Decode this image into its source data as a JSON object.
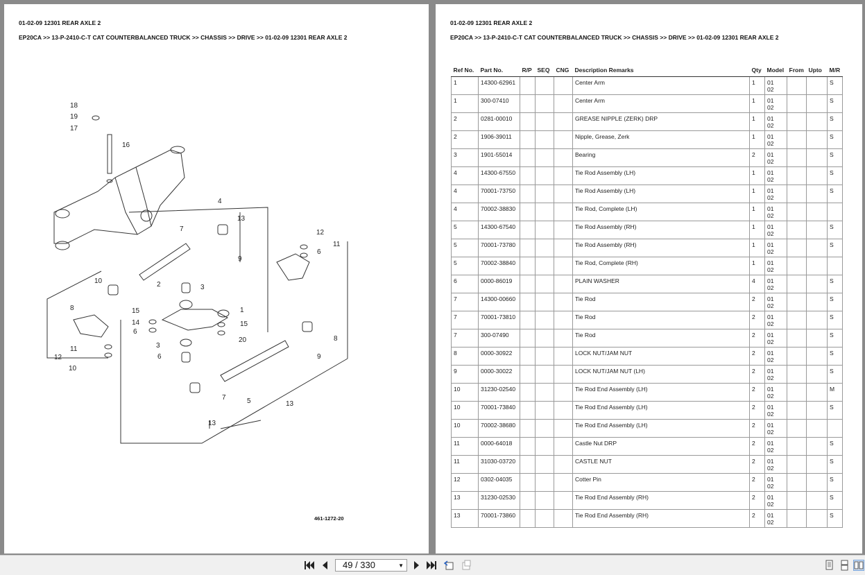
{
  "document": {
    "title": "01-02-09 12301 REAR AXLE 2",
    "path": "EP20CA >> 13-P-2410-C-T CAT COUNTERBALANCED TRUCK >> CHASSIS >> DRIVE >> 01-02-09 12301 REAR AXLE 2",
    "drawing_code": "461-1272-20"
  },
  "diagram": {
    "callouts": [
      "18",
      "19",
      "17",
      "16",
      "4",
      "13",
      "7",
      "9",
      "12",
      "6",
      "11",
      "10",
      "2",
      "3",
      "1",
      "8",
      "15",
      "14",
      "6",
      "15",
      "20",
      "3",
      "6",
      "11",
      "12",
      "10",
      "8",
      "9",
      "7",
      "5",
      "13"
    ]
  },
  "table": {
    "headers": [
      "Ref No.",
      "Part No.",
      "R/P",
      "SEQ",
      "CNG",
      "Description Remarks",
      "Qty",
      "Model",
      "From",
      "Upto",
      "M/R"
    ],
    "rows": [
      {
        "ref": "1",
        "part": "14300-62961",
        "desc": "Center Arm",
        "qty": "1",
        "model": [
          "01",
          "02"
        ],
        "mr": "S"
      },
      {
        "ref": "1",
        "part": "300-07410",
        "desc": "Center Arm",
        "qty": "1",
        "model": [
          "01",
          "02"
        ],
        "mr": "S"
      },
      {
        "ref": "2",
        "part": "0281-00010",
        "desc": "GREASE NIPPLE (ZERK) DRP",
        "qty": "1",
        "model": [
          "01",
          "02"
        ],
        "mr": "S"
      },
      {
        "ref": "2",
        "part": "1906-39011",
        "desc": "Nipple, Grease, Zerk",
        "qty": "1",
        "model": [
          "01",
          "02"
        ],
        "mr": "S"
      },
      {
        "ref": "3",
        "part": "1901-55014",
        "desc": "Bearing",
        "qty": "2",
        "model": [
          "01",
          "02"
        ],
        "mr": "S"
      },
      {
        "ref": "4",
        "part": "14300-67550",
        "desc": "Tie Rod Assembly (LH)",
        "qty": "1",
        "model": [
          "01",
          "02"
        ],
        "mr": "S"
      },
      {
        "ref": "4",
        "part": "70001-73750",
        "desc": "Tie Rod Assembly (LH)",
        "qty": "1",
        "model": [
          "01",
          "02"
        ],
        "mr": "S"
      },
      {
        "ref": "4",
        "part": "70002-38830",
        "desc": "Tie Rod, Complete (LH)",
        "qty": "1",
        "model": [
          "01",
          "02"
        ],
        "mr": ""
      },
      {
        "ref": "5",
        "part": "14300-67540",
        "desc": "Tie Rod Assembly (RH)",
        "qty": "1",
        "model": [
          "01",
          "02"
        ],
        "mr": "S"
      },
      {
        "ref": "5",
        "part": "70001-73780",
        "desc": "Tie Rod Assembly (RH)",
        "qty": "1",
        "model": [
          "01",
          "02"
        ],
        "mr": "S"
      },
      {
        "ref": "5",
        "part": "70002-38840",
        "desc": "Tie Rod, Complete (RH)",
        "qty": "1",
        "model": [
          "01",
          "02"
        ],
        "mr": ""
      },
      {
        "ref": "6",
        "part": "0000-86019",
        "desc": "PLAIN WASHER",
        "qty": "4",
        "model": [
          "01",
          "02"
        ],
        "mr": "S"
      },
      {
        "ref": "7",
        "part": "14300-00660",
        "desc": "Tie Rod",
        "qty": "2",
        "model": [
          "01",
          "02"
        ],
        "mr": "S"
      },
      {
        "ref": "7",
        "part": "70001-73810",
        "desc": "Tie Rod",
        "qty": "2",
        "model": [
          "01",
          "02"
        ],
        "mr": "S"
      },
      {
        "ref": "7",
        "part": "300-07490",
        "desc": "Tie Rod",
        "qty": "2",
        "model": [
          "01",
          "02"
        ],
        "mr": "S"
      },
      {
        "ref": "8",
        "part": "0000-30922",
        "desc": "LOCK NUT/JAM NUT",
        "qty": "2",
        "model": [
          "01",
          "02"
        ],
        "mr": "S"
      },
      {
        "ref": "9",
        "part": "0000-30022",
        "desc": "LOCK NUT/JAM NUT (LH)",
        "qty": "2",
        "model": [
          "01",
          "02"
        ],
        "mr": "S"
      },
      {
        "ref": "10",
        "part": "31230-02540",
        "desc": "Tie Rod End Assembly (LH)",
        "qty": "2",
        "model": [
          "01",
          "02"
        ],
        "mr": "M"
      },
      {
        "ref": "10",
        "part": "70001-73840",
        "desc": "Tie Rod End Assembly (LH)",
        "qty": "2",
        "model": [
          "01",
          "02"
        ],
        "mr": "S"
      },
      {
        "ref": "10",
        "part": "70002-38680",
        "desc": "Tie Rod End Assembly (LH)",
        "qty": "2",
        "model": [
          "01",
          "02"
        ],
        "mr": ""
      },
      {
        "ref": "11",
        "part": "0000-64018",
        "desc": "Castle Nut DRP",
        "qty": "2",
        "model": [
          "01",
          "02"
        ],
        "mr": "S"
      },
      {
        "ref": "11",
        "part": "31030-03720",
        "desc": "CASTLE NUT",
        "qty": "2",
        "model": [
          "01",
          "02"
        ],
        "mr": "S"
      },
      {
        "ref": "12",
        "part": "0302-04035",
        "desc": "Cotter Pin",
        "qty": "2",
        "model": [
          "01",
          "02"
        ],
        "mr": "S"
      },
      {
        "ref": "13",
        "part": "31230-02530",
        "desc": "Tie Rod End Assembly (RH)",
        "qty": "2",
        "model": [
          "01",
          "02"
        ],
        "mr": "S"
      },
      {
        "ref": "13",
        "part": "70001-73860",
        "desc": "Tie Rod End Assembly (RH)",
        "qty": "2",
        "model": [
          "01",
          "02"
        ],
        "mr": "S"
      }
    ]
  },
  "viewer": {
    "page_display": "49 / 330",
    "icons": {
      "first": "first-page-icon",
      "prev": "previous-page-icon",
      "next": "next-page-icon",
      "last": "last-page-icon"
    }
  }
}
